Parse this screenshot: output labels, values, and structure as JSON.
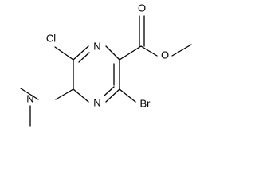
{
  "molecule": {
    "atoms": {
      "n_top": "N",
      "n_bottom": "N",
      "chlorine": "Cl",
      "bromine": "Br",
      "amine_n": "N",
      "carbonyl_o": "O",
      "ester_o": "O"
    }
  },
  "colors": {
    "bond": "#000000",
    "background": "#ffffff"
  }
}
